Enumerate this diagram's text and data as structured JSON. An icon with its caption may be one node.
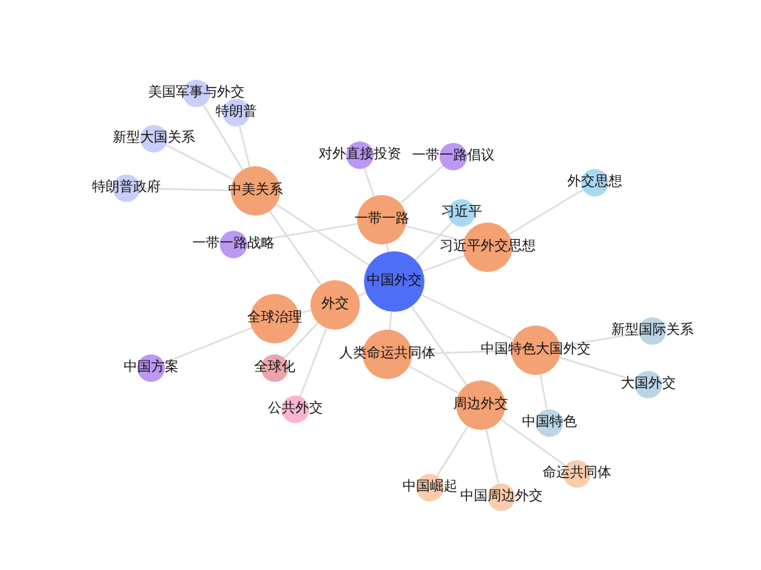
{
  "diagram": {
    "nodes": [
      {
        "text": [
          "中国外交"
        ]
      },
      {
        "text": [
          "中美关系"
        ]
      },
      {
        "text": [
          "一带一路"
        ]
      },
      {
        "text": [
          "习近平外交思想"
        ]
      },
      {
        "text": [
          "外交"
        ]
      },
      {
        "text": [
          "人类命运共同体"
        ]
      },
      {
        "text": [
          "全球治理"
        ]
      },
      {
        "text": [
          "中国特色大国外交"
        ]
      },
      {
        "text": [
          "周边外交"
        ]
      },
      {
        "text": [
          "美国军事与外交"
        ]
      },
      {
        "text": [
          "特朗普"
        ]
      },
      {
        "text": [
          "新型大国关系"
        ]
      },
      {
        "text": [
          "特朗普政府"
        ]
      },
      {
        "text": [
          "一带一路战略"
        ]
      },
      {
        "text": [
          "对外直接投资"
        ]
      },
      {
        "text": [
          "一带一路倡议"
        ]
      },
      {
        "text": [
          "外交思想"
        ]
      },
      {
        "text": [
          "习近平"
        ]
      },
      {
        "text": [
          "中国方案"
        ]
      },
      {
        "text": [
          "全球化"
        ]
      },
      {
        "text": [
          "公共外交"
        ]
      },
      {
        "text": [
          "新型国际关系"
        ]
      },
      {
        "text": [
          "大国外交"
        ]
      },
      {
        "text": [
          "中国特色"
        ]
      },
      {
        "text": [
          "命运共同体"
        ]
      },
      {
        "text": [
          "中国崛起"
        ]
      },
      {
        "text": [
          "中国周边外交"
        ]
      }
    ],
    "edges": [
      {
        "from": 1,
        "to": 9,
        "arrow": "none"
      },
      {
        "from": 1,
        "to": 10,
        "arrow": "none"
      },
      {
        "from": 1,
        "to": 11,
        "arrow": "none"
      },
      {
        "from": 1,
        "to": 12,
        "arrow": "none"
      },
      {
        "from": 1,
        "to": 0,
        "arrow": "none"
      },
      {
        "from": 1,
        "to": 4,
        "arrow": "none"
      },
      {
        "from": 13,
        "to": 2,
        "arrow": "none"
      },
      {
        "from": 2,
        "to": 14,
        "arrow": "none"
      },
      {
        "from": 2,
        "to": 15,
        "arrow": "none"
      },
      {
        "from": 2,
        "to": 0,
        "arrow": "none"
      },
      {
        "from": 2,
        "to": 3,
        "arrow": "none"
      },
      {
        "from": 3,
        "to": 16,
        "arrow": "none"
      },
      {
        "from": 0,
        "to": 3,
        "arrow": "none"
      },
      {
        "from": 0,
        "to": 17,
        "arrow": "none"
      },
      {
        "from": 0,
        "to": 4,
        "arrow": "none"
      },
      {
        "from": 0,
        "to": 5,
        "arrow": "none"
      },
      {
        "from": 4,
        "to": 6,
        "arrow": "none"
      },
      {
        "from": 0,
        "to": 7,
        "arrow": "none"
      },
      {
        "from": 5,
        "to": 7,
        "arrow": "none"
      },
      {
        "from": 0,
        "to": 8,
        "arrow": "none"
      },
      {
        "from": 5,
        "to": 8,
        "arrow": "none"
      },
      {
        "from": 6,
        "to": 18,
        "arrow": "none"
      },
      {
        "from": 4,
        "to": 19,
        "arrow": "none"
      },
      {
        "from": 4,
        "to": 20,
        "arrow": "none"
      },
      {
        "from": 7,
        "to": 21,
        "arrow": "none"
      },
      {
        "from": 7,
        "to": 22,
        "arrow": "none"
      },
      {
        "from": 7,
        "to": 23,
        "arrow": "none"
      },
      {
        "from": 8,
        "to": 24,
        "arrow": "none"
      },
      {
        "from": 8,
        "to": 25,
        "arrow": "none"
      },
      {
        "from": 8,
        "to": 26,
        "arrow": "none"
      }
    ]
  }
}
